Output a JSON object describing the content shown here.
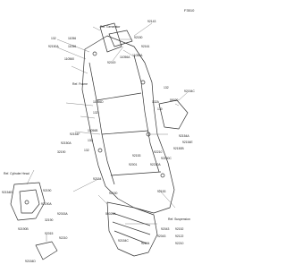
{
  "diagram": {
    "code": "F3510",
    "ref_labels": {
      "generator": "Ref. Generator",
      "frame": "Ref. Frame",
      "cylinder_head": "Ref. Cylinder Head",
      "suspension": "Ref. Suspension"
    },
    "part_numbers": {
      "p_132_a": "132",
      "p_11056_a": "11056",
      "p_92150_a": "92150A",
      "p_11056_b": "11056",
      "p_110560": "110560",
      "p_92143": "92143",
      "p_92150_b": "92150",
      "p_92161": "92161",
      "p_92019": "92019",
      "p_11056a": "11056A",
      "p_11056a_b": "11056A",
      "p_132_b": "132",
      "p_92154c": "92154C",
      "p_55020": "55020",
      "p_132a": "132A",
      "p_130": "130",
      "p_132_c": "132",
      "p_11056d": "11056D",
      "p_92154f": "92154F",
      "p_92150a_c": "92150A",
      "p_130_b": "130",
      "p_132_d": "132",
      "p_11056b": "11056B",
      "p_92154a": "92154A",
      "p_92154e": "92154E",
      "p_92150b": "92150B",
      "p_92150c": "92150C",
      "p_92210": "92210",
      "p_92210a": "92210A",
      "p_92153": "92153",
      "p_32190": "32190",
      "p_92154": "92154",
      "p_92001": "92001",
      "p_92190": "92190",
      "p_92190a": "92190A",
      "p_92154b": "92154B",
      "p_92190b": "92190B",
      "p_92015a": "92015A",
      "p_32190_b": "32190",
      "p_92015": "92015",
      "p_92154d": "92154D",
      "p_92210_b": "92210",
      "p_92150_c": "92150",
      "p_55020a": "55020A",
      "p_92153_b": "92153",
      "p_92043": "92043",
      "p_92152": "92152",
      "p_92154c_b": "92154C",
      "p_92043_b": "92043",
      "p_92122": "92122",
      "p_92154_b": "92154",
      "p_92210_c": "92210"
    }
  }
}
